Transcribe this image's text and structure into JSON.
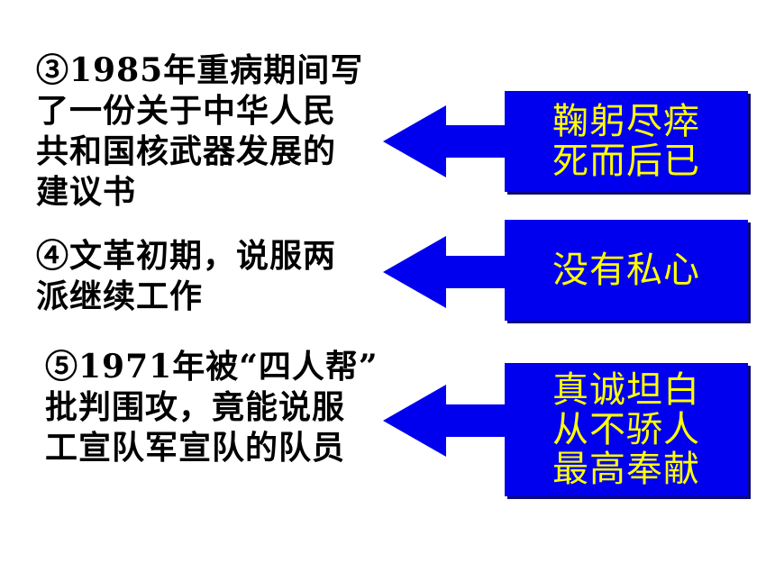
{
  "rows": [
    {
      "event_lines": [
        "③1985年重病期间写",
        "了一份关于中华人民",
        "共和国核武器发展的",
        "建议书"
      ],
      "virtue_lines": [
        "鞠躬尽瘁",
        "死而后已"
      ]
    },
    {
      "event_lines": [
        "④文革初期，说服两",
        "派继续工作"
      ],
      "virtue_lines": [
        "没有私心"
      ]
    },
    {
      "event_lines": [
        "⑤1971年被“四人帮”",
        "批判围攻，竟能说服",
        "工宣队军宣队的队员"
      ],
      "virtue_lines": [
        "真诚坦白",
        "从不骄人",
        "最高奉献"
      ]
    }
  ],
  "colors": {
    "box_fill": "#0000ee",
    "box_text": "#ffff00",
    "arrow_fill": "#0000ee",
    "event_text": "#000000"
  },
  "icons": {
    "arrow": "left-arrow-icon"
  }
}
